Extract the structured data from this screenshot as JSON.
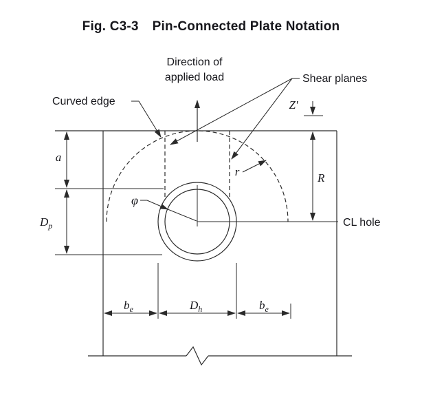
{
  "title": {
    "fig": "Fig. C3-3",
    "caption": "Pin-Connected Plate Notation"
  },
  "labels": {
    "direction_line1": "Direction of",
    "direction_line2": "applied load",
    "shear_planes": "Shear planes",
    "curved_edge": "Curved edge",
    "cl_hole": "CL hole",
    "z": "Z'",
    "radius_small": "r",
    "radius_big": "R",
    "a": "a",
    "phi": "φ",
    "dp": {
      "base": "D",
      "sub": "p"
    },
    "dh": {
      "base": "D",
      "sub": "h"
    },
    "be": {
      "base": "b",
      "sub": "e"
    }
  },
  "colors": {
    "line": "#2b2b2b",
    "text": "#17171c"
  }
}
